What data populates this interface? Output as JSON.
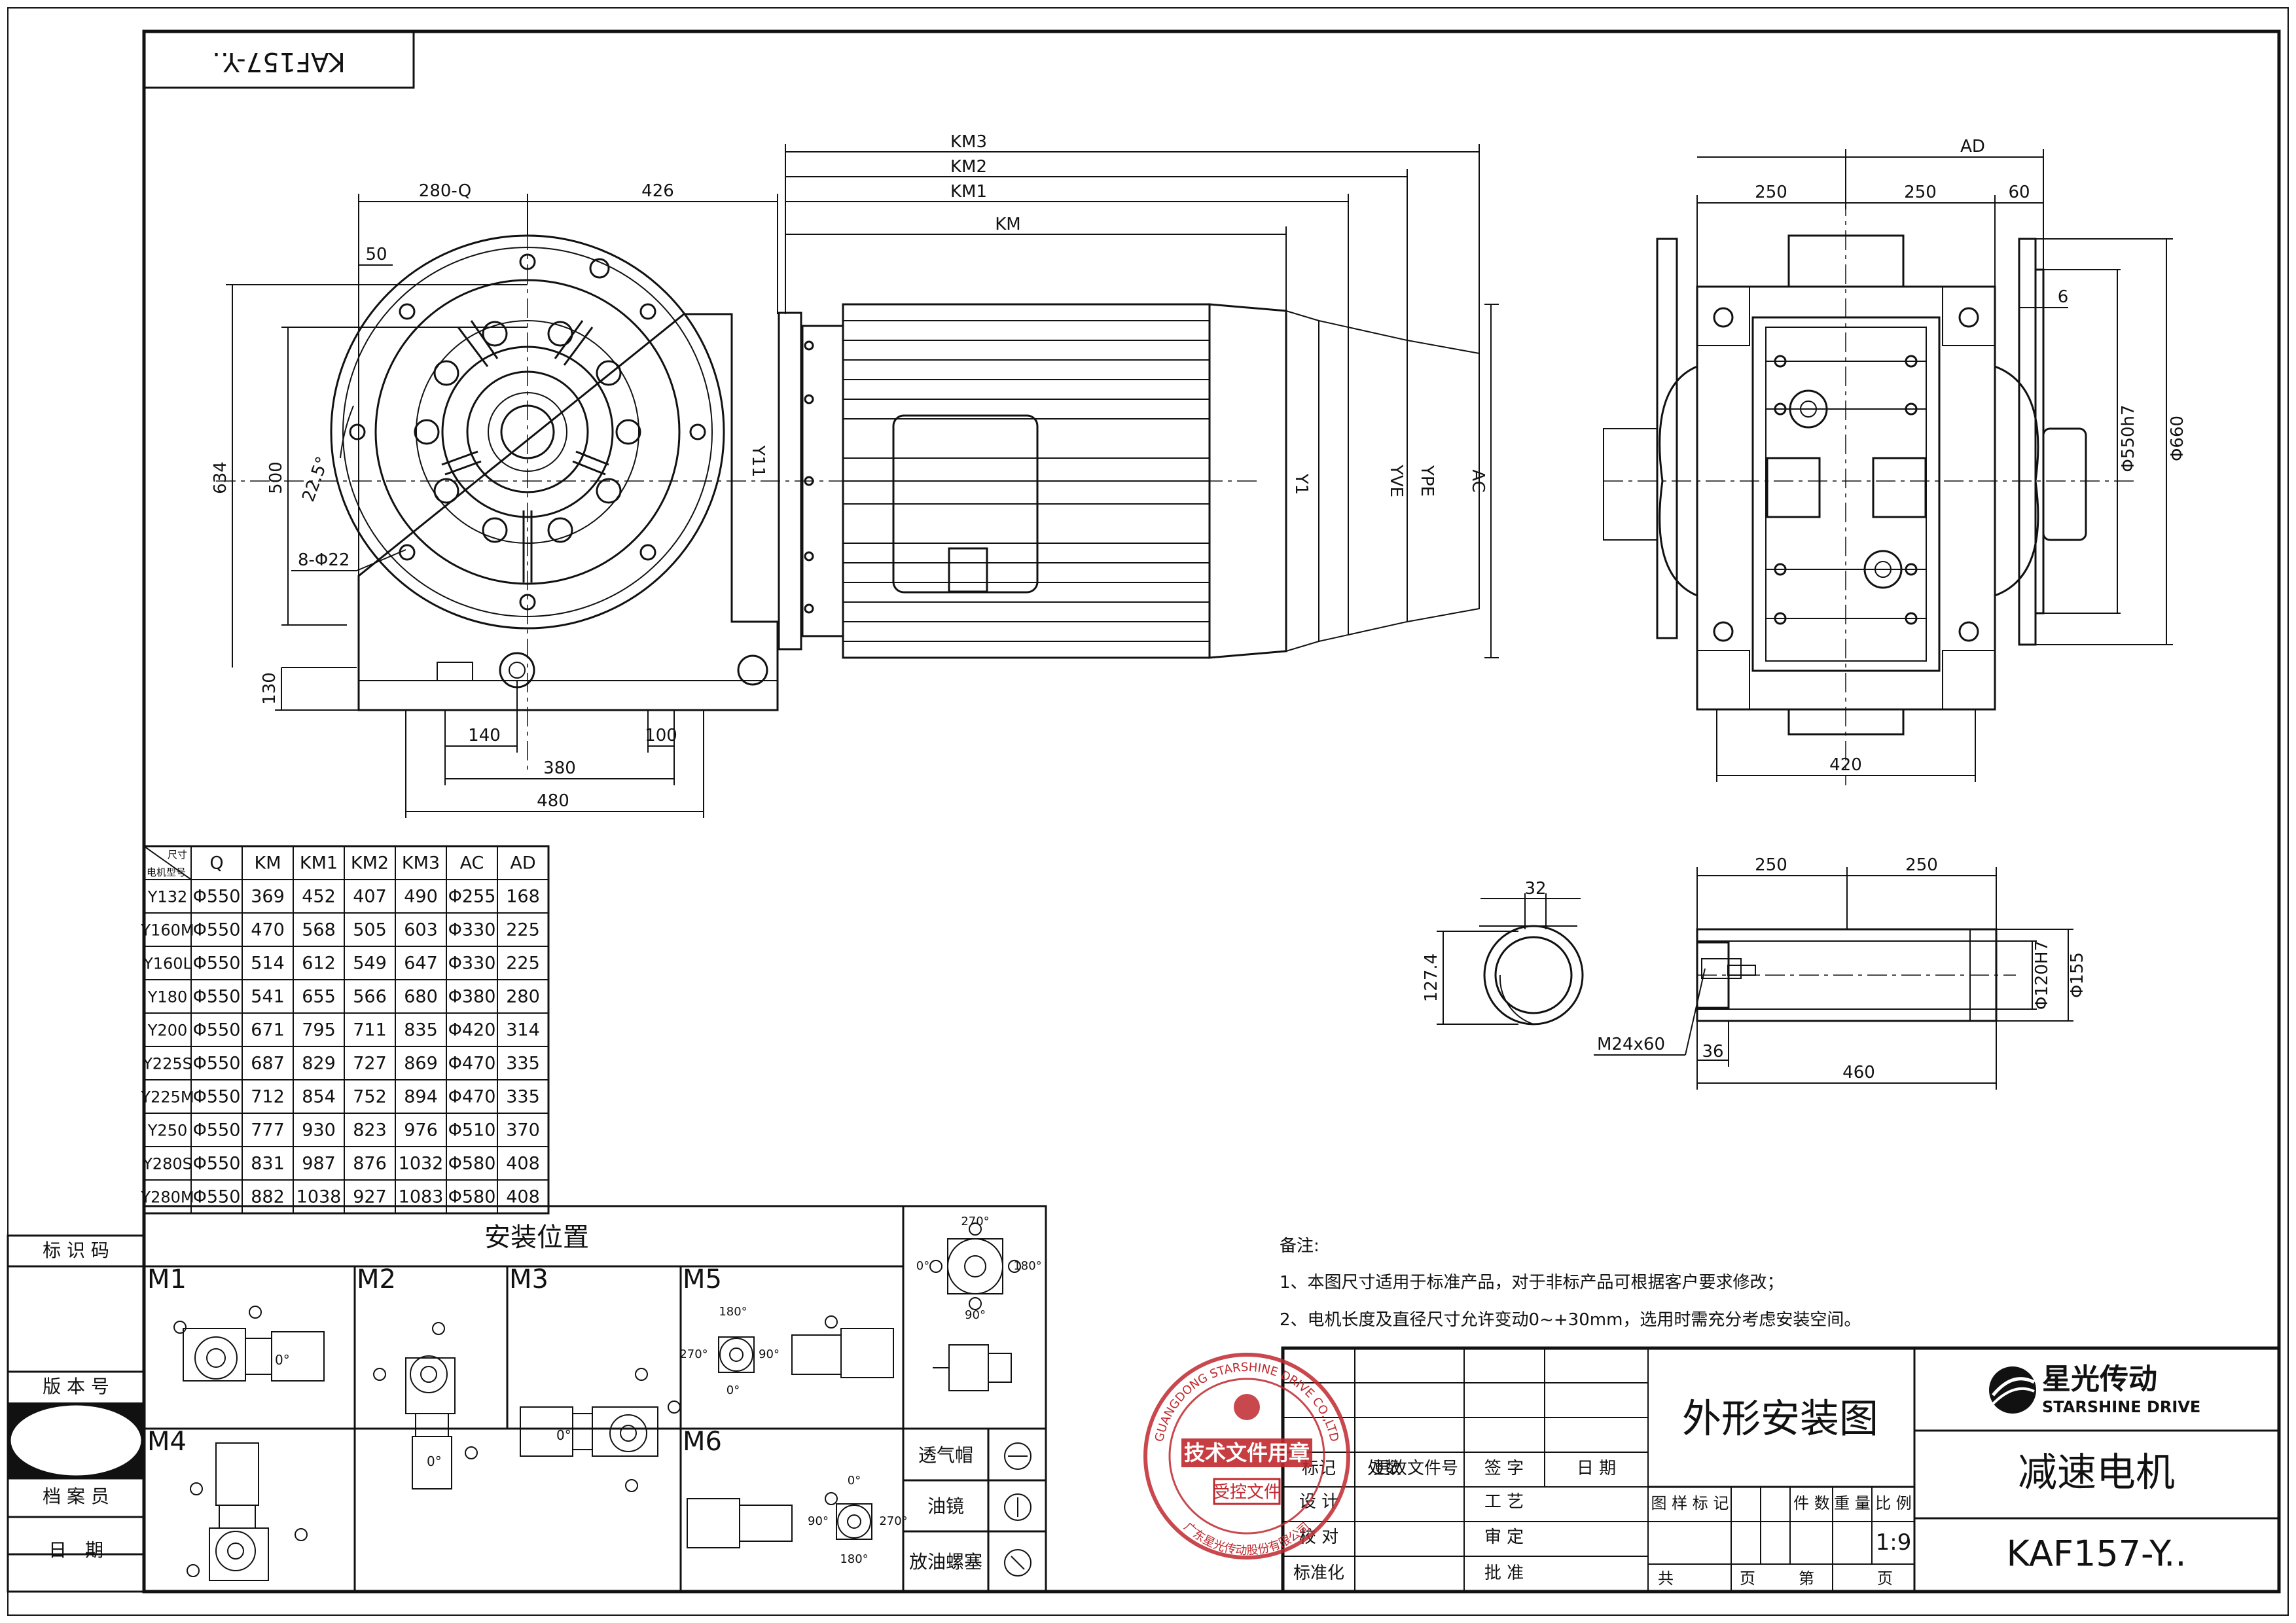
{
  "title_block": {
    "model_rotated": "KAF157-Y..",
    "company_cn": "星光传动",
    "company_en": "STARSHINE DRIVE",
    "drawing_name": "外形安装图",
    "product_name": "减速电机",
    "model_code": "KAF157-Y..",
    "scale": "1:9",
    "labels": {
      "change_mark": "标记",
      "locations": "处数",
      "change_doc": "更改文件号",
      "signature": "签 字",
      "date": "日 期",
      "design": "设 计",
      "review": "校 对",
      "standardization": "标准化",
      "process": "工 艺",
      "audit": "审 定",
      "approve": "批 准",
      "sample_mark": "图 样 标 记",
      "pieces": "件 数",
      "weight": "重 量",
      "ratio": "比 例",
      "total": "共",
      "pages": "页",
      "sheet_no": "第",
      "page_end": "页"
    },
    "stamp": {
      "ring_top": "GUANGDONG STARSHINE DRIVE CO.,LTD",
      "ring_bottom": "广东星光传动股份有限公司",
      "line1": "技术文件用章",
      "line2": "受控文件"
    }
  },
  "left_panel": {
    "id_code": "标 识 码",
    "version": "版 本 号",
    "archivist": "档 案 员",
    "date": "日　期"
  },
  "dimension_table": {
    "corner_top": "尺寸",
    "corner_bottom": "电机型号",
    "headers": [
      "Q",
      "KM",
      "KM1",
      "KM2",
      "KM3",
      "AC",
      "AD"
    ],
    "rows": [
      [
        "Y132",
        "Φ550",
        "369",
        "452",
        "407",
        "490",
        "Φ255",
        "168"
      ],
      [
        "Y160M",
        "Φ550",
        "470",
        "568",
        "505",
        "603",
        "Φ330",
        "225"
      ],
      [
        "Y160L",
        "Φ550",
        "514",
        "612",
        "549",
        "647",
        "Φ330",
        "225"
      ],
      [
        "Y180",
        "Φ550",
        "541",
        "655",
        "566",
        "680",
        "Φ380",
        "280"
      ],
      [
        "Y200",
        "Φ550",
        "671",
        "795",
        "711",
        "835",
        "Φ420",
        "314"
      ],
      [
        "Y225S",
        "Φ550",
        "687",
        "829",
        "727",
        "869",
        "Φ470",
        "335"
      ],
      [
        "Y225M",
        "Φ550",
        "712",
        "854",
        "752",
        "894",
        "Φ470",
        "335"
      ],
      [
        "Y250",
        "Φ550",
        "777",
        "930",
        "823",
        "976",
        "Φ510",
        "370"
      ],
      [
        "Y280S",
        "Φ550",
        "831",
        "987",
        "876",
        "1032",
        "Φ580",
        "408"
      ],
      [
        "Y280M",
        "Φ550",
        "882",
        "1038",
        "927",
        "1083",
        "Φ580",
        "408"
      ]
    ]
  },
  "mounting": {
    "title": "安装位置",
    "positions": [
      "M1",
      "M2",
      "M3",
      "M4",
      "M5",
      "M6"
    ],
    "angles": [
      "270°",
      "0°",
      "180°",
      "90°"
    ],
    "motor_angle": "0°",
    "legend": [
      "透气帽",
      "油镜",
      "放油螺塞"
    ]
  },
  "notes": {
    "heading": "备注:",
    "items": [
      "1、本图尺寸适用于标准产品，对于非标产品可根据客户要求修改；",
      "2、电机长度及直径尺寸允许变动0~+30mm，选用时需充分考虑安装空间。"
    ]
  },
  "dims_front": {
    "d280q": "280-Q",
    "d426": "426",
    "d50": "50",
    "d634": "634",
    "d500": "500",
    "d225": "22.5°",
    "d8phi22": "8-Φ22",
    "d130": "130",
    "d140": "140",
    "d100": "100",
    "d380": "380",
    "d480": "480",
    "km3": "KM3",
    "km2": "KM2",
    "km1": "KM1",
    "km": "KM",
    "h": "Y11",
    "v1": "Y1",
    "v2": "YVE",
    "v3": "YPE",
    "ac": "AC"
  },
  "dims_side": {
    "ad": "AD",
    "d250a": "250",
    "d250b": "250",
    "d60": "60",
    "d6": "6",
    "phi550": "Φ550h7",
    "phi660": "Φ660",
    "d420": "420"
  },
  "dims_shaft": {
    "d32": "32",
    "d1274": "127.4",
    "d250a": "250",
    "d250b": "250",
    "phi120": "Φ120H7",
    "phi155": "Φ155",
    "m24": "M24x60",
    "d36": "36",
    "d460": "460"
  }
}
